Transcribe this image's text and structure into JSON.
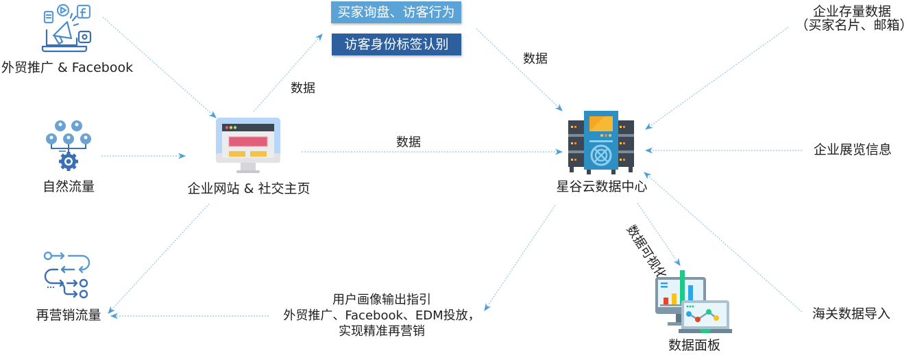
{
  "nodes": {
    "promotion": {
      "label": "外贸推广 & Facebook",
      "icon": "megaphone-social-icon"
    },
    "organic": {
      "label": "自然流量",
      "icon": "user-network-gear-icon"
    },
    "remarketing": {
      "label": "再营销流量",
      "icon": "flow-path-icon"
    },
    "website": {
      "label": "企业网站 & 社交主页",
      "icon": "website-monitor-icon"
    },
    "datacenter": {
      "label": "星谷云数据中心",
      "icon": "server-datacenter-icon"
    },
    "dashboard": {
      "label": "数据面板",
      "icon": "dashboard-screens-icon"
    },
    "stock_data": {
      "line1": "企业存量数据",
      "line2": "（买家名片、邮箱）"
    },
    "exhibition": {
      "label": "企业展览信息"
    },
    "customs": {
      "label": "海关数据导入"
    }
  },
  "boxes": {
    "inquiry": {
      "label": "买家询盘、访客行为",
      "color": "#5ba3d6"
    },
    "identity": {
      "label": "访客身份标签认别",
      "color": "#2d5f9e"
    }
  },
  "edge_labels": {
    "website_to_boxes": "数据",
    "boxes_to_center": "数据",
    "website_to_center": "数据",
    "center_to_dashboard": "数据可视化"
  },
  "output_text": {
    "line1": "用户画像输出指引",
    "line2": "外贸推广、Facebook、EDM投放，",
    "line3": "实现精准再营销"
  },
  "colors": {
    "arrow": "#9fcbe8",
    "arrowhead": "#4a9fd4"
  }
}
